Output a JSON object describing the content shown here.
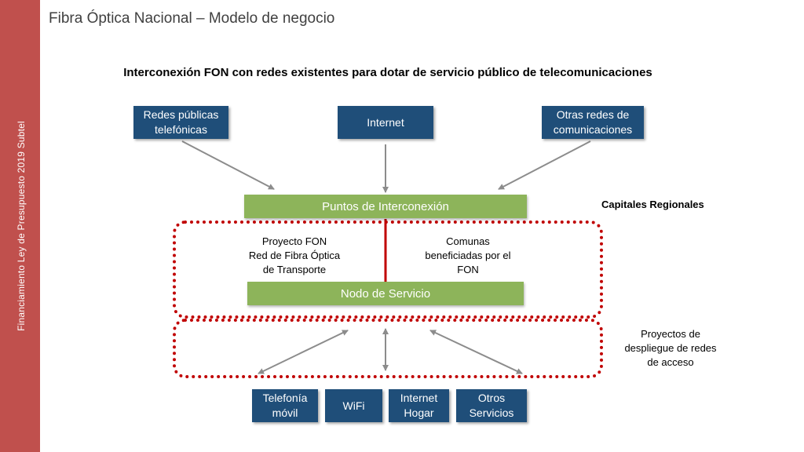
{
  "slide": {
    "title": "Fibra Óptica Nacional – Modelo de negocio",
    "sidebar_text": "Financiamiento Ley de Presupuesto 2019 Subtel",
    "subtitle": "Interconexión FON con redes existentes para dotar de servicio público de telecomunicaciones"
  },
  "diagram": {
    "top_nodes": [
      {
        "label_lines": [
          "Redes públicas",
          "telefónicas"
        ]
      },
      {
        "label_lines": [
          "Internet"
        ]
      },
      {
        "label_lines": [
          "Otras redes de",
          "comunicaciones"
        ]
      }
    ],
    "interconnection_points": "Puntos de Interconexión",
    "service_node": "Nodo de Servicio",
    "left_region_lines": [
      "Proyecto FON",
      "Red de Fibra Óptica",
      "de Transporte"
    ],
    "right_region_lines": [
      "Comunas",
      "beneficiadas por el",
      "FON"
    ],
    "capitals_label": "Capitales Regionales",
    "access_label_lines": [
      "Proyectos de",
      "despliegue de redes",
      "de acceso"
    ],
    "bottom_nodes": [
      {
        "label_lines": [
          "Telefonía",
          "móvil"
        ]
      },
      {
        "label_lines": [
          "WiFi"
        ]
      },
      {
        "label_lines": [
          "Internet",
          "Hogar"
        ]
      },
      {
        "label_lines": [
          "Otros",
          "Servicios"
        ]
      }
    ]
  },
  "colors": {
    "sidebar": "#c0504d",
    "blue_box": "#1f4e79",
    "green_box": "#8db45a",
    "dotted_frame": "#c00000",
    "arrow": "#8c8c8c"
  }
}
